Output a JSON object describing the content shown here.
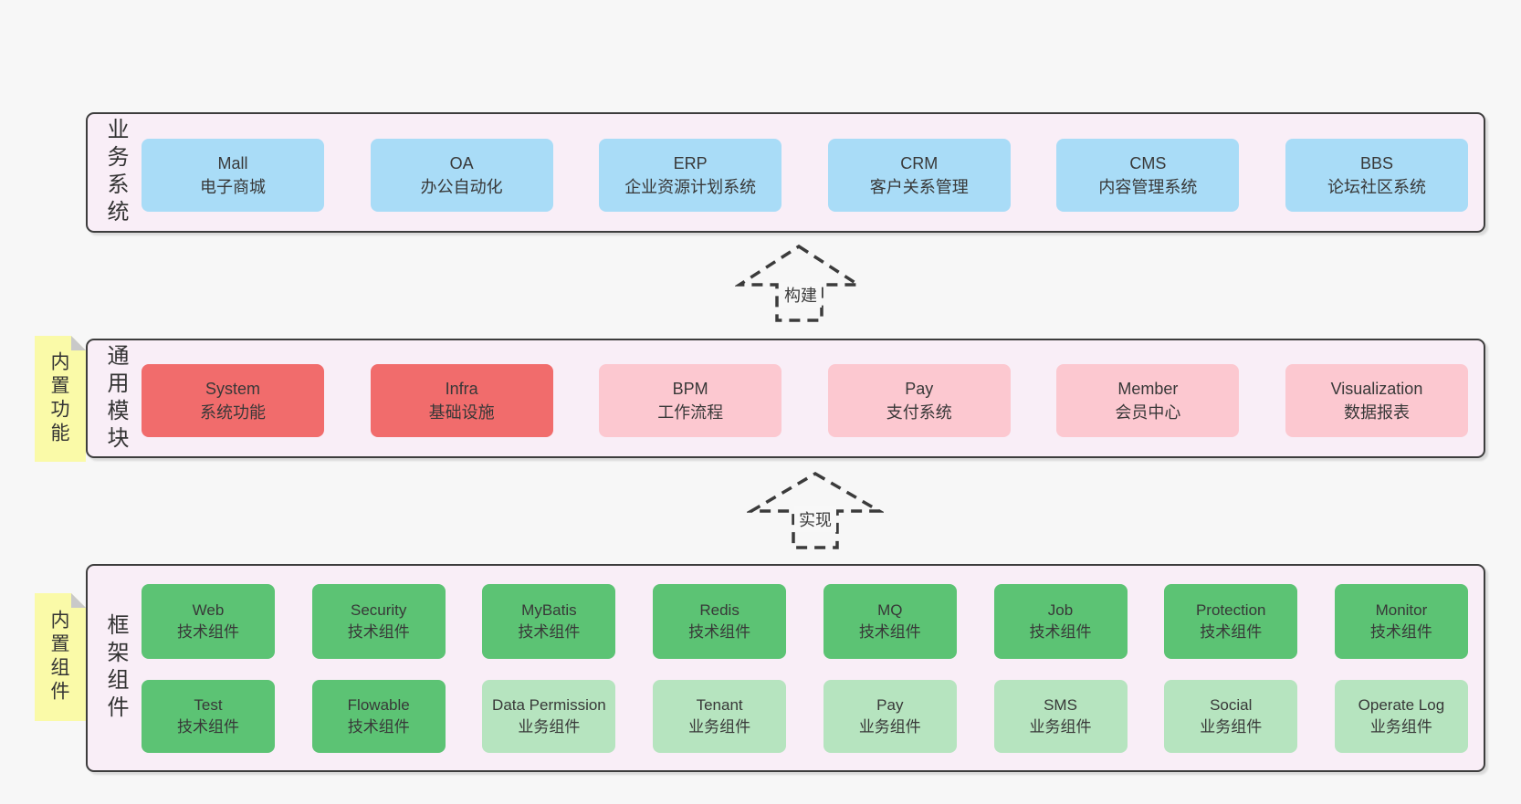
{
  "colors": {
    "page-bg": "#f7f7f7",
    "band-bg": "#f9eef7",
    "band-border": "#3d3d3d",
    "blue": "#a9dcf7",
    "red": "#f16c6c",
    "pink": "#fcc8d0",
    "green": "#5cc374",
    "lightgreen": "#b6e4bf",
    "yellow": "#fafaa8",
    "fold": "#c9c9c9",
    "ink": "#383838"
  },
  "bands": [
    {
      "label": "业务系统",
      "boxes": [
        {
          "name": "Mall",
          "desc": "电子商城"
        },
        {
          "name": "OA",
          "desc": "办公自动化"
        },
        {
          "name": "ERP",
          "desc": "企业资源计划系统"
        },
        {
          "name": "CRM",
          "desc": "客户关系管理"
        },
        {
          "name": "CMS",
          "desc": "内容管理系统"
        },
        {
          "name": "BBS",
          "desc": "论坛社区系统"
        }
      ]
    },
    {
      "tag": "内置功能",
      "label": "通用模块",
      "boxes": [
        {
          "name": "System",
          "desc": "系统功能"
        },
        {
          "name": "Infra",
          "desc": "基础设施"
        },
        {
          "name": "BPM",
          "desc": "工作流程"
        },
        {
          "name": "Pay",
          "desc": "支付系统"
        },
        {
          "name": "Member",
          "desc": "会员中心"
        },
        {
          "name": "Visualization",
          "desc": "数据报表"
        }
      ]
    },
    {
      "tag": "内置组件",
      "label": "框架组件",
      "rows": [
        {
          "boxes": [
            {
              "name": "Web",
              "desc": "技术组件"
            },
            {
              "name": "Security",
              "desc": "技术组件"
            },
            {
              "name": "MyBatis",
              "desc": "技术组件"
            },
            {
              "name": "Redis",
              "desc": "技术组件"
            },
            {
              "name": "MQ",
              "desc": "技术组件"
            },
            {
              "name": "Job",
              "desc": "技术组件"
            },
            {
              "name": "Protection",
              "desc": "技术组件"
            },
            {
              "name": "Monitor",
              "desc": "技术组件"
            }
          ]
        },
        {
          "boxes": [
            {
              "name": "Test",
              "desc": "技术组件"
            },
            {
              "name": "Flowable",
              "desc": "技术组件"
            },
            {
              "name": "Data Permission",
              "desc": "业务组件"
            },
            {
              "name": "Tenant",
              "desc": "业务组件"
            },
            {
              "name": "Pay",
              "desc": "业务组件"
            },
            {
              "name": "SMS",
              "desc": "业务组件"
            },
            {
              "name": "Social",
              "desc": "业务组件"
            },
            {
              "name": "Operate Log",
              "desc": "业务组件"
            }
          ]
        }
      ]
    }
  ],
  "arrows": [
    {
      "label": "构建"
    },
    {
      "label": "实现"
    }
  ]
}
